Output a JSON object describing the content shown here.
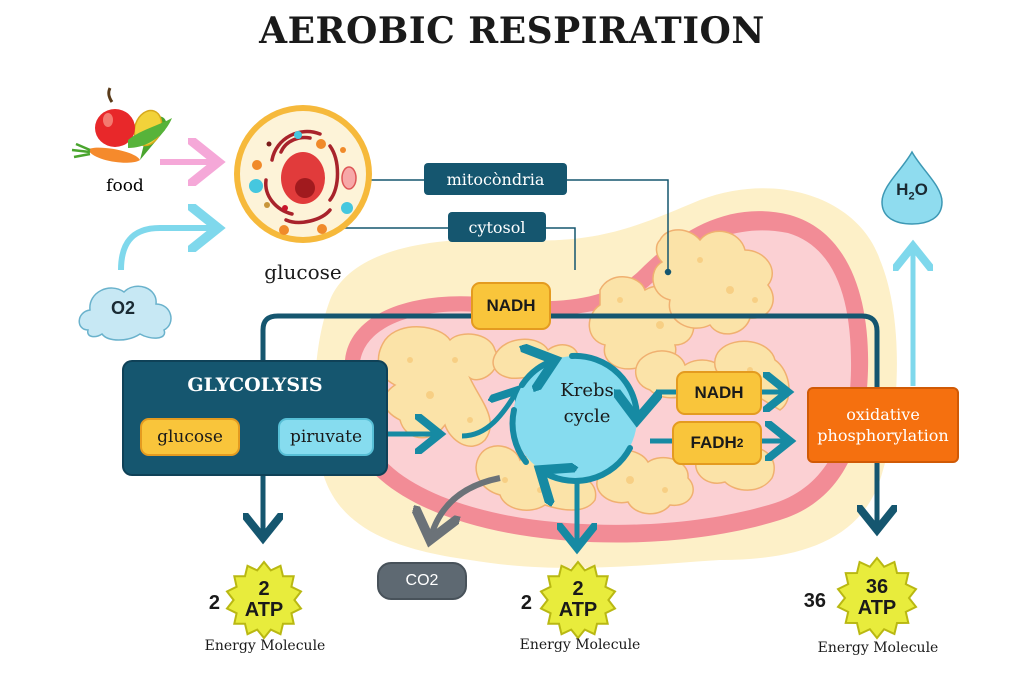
{
  "title": "AEROBIC RESPIRATION",
  "inputs": {
    "food_label": "food",
    "oxygen_label": "O2",
    "cell_label": "glucose"
  },
  "callouts": {
    "mitochondria": "mitocòndria",
    "cytosol": "cytosol"
  },
  "glycolysis": {
    "title": "GLYCOLYSIS",
    "input": "glucose",
    "output": "piruvate"
  },
  "krebs": {
    "line1": "Krebs",
    "line2": "cycle"
  },
  "carriers": {
    "top_nadh": "NADH",
    "nadh": "NADH",
    "fadh2_base": "FADH",
    "fadh2_sub": "2"
  },
  "oxidative_phosphorylation": {
    "line1": "oxidative",
    "line2": "phosphorylation"
  },
  "outputs": {
    "water_base": "H",
    "water_sub": "2",
    "water_tail": "O",
    "co2": "CO2"
  },
  "atp_yields": [
    {
      "stage": "glycolysis",
      "count": "2",
      "badge_count": "2",
      "badge_unit": "ATP",
      "caption": "Energy Molecule"
    },
    {
      "stage": "krebs",
      "count": "2",
      "badge_count": "2",
      "badge_unit": "ATP",
      "caption": "Energy Molecule"
    },
    {
      "stage": "oxidative_phosphorylation",
      "count": "36",
      "badge_count": "36",
      "badge_unit": "ATP",
      "caption": "Energy Molecule"
    }
  ],
  "colors": {
    "navy": "#15566f",
    "teal_arrow": "#168aa3",
    "light_cyan": "#86dcef",
    "nadh_yellow": "#f9c53b",
    "oxphos_orange": "#f5700f",
    "membrane_pink": "#f28c96",
    "matrix_pink": "#fbd0d3",
    "cytosol_cream": "#fdf0c8",
    "atp_yellow": "#e8ec3c",
    "co2_gray": "#5e6972"
  }
}
